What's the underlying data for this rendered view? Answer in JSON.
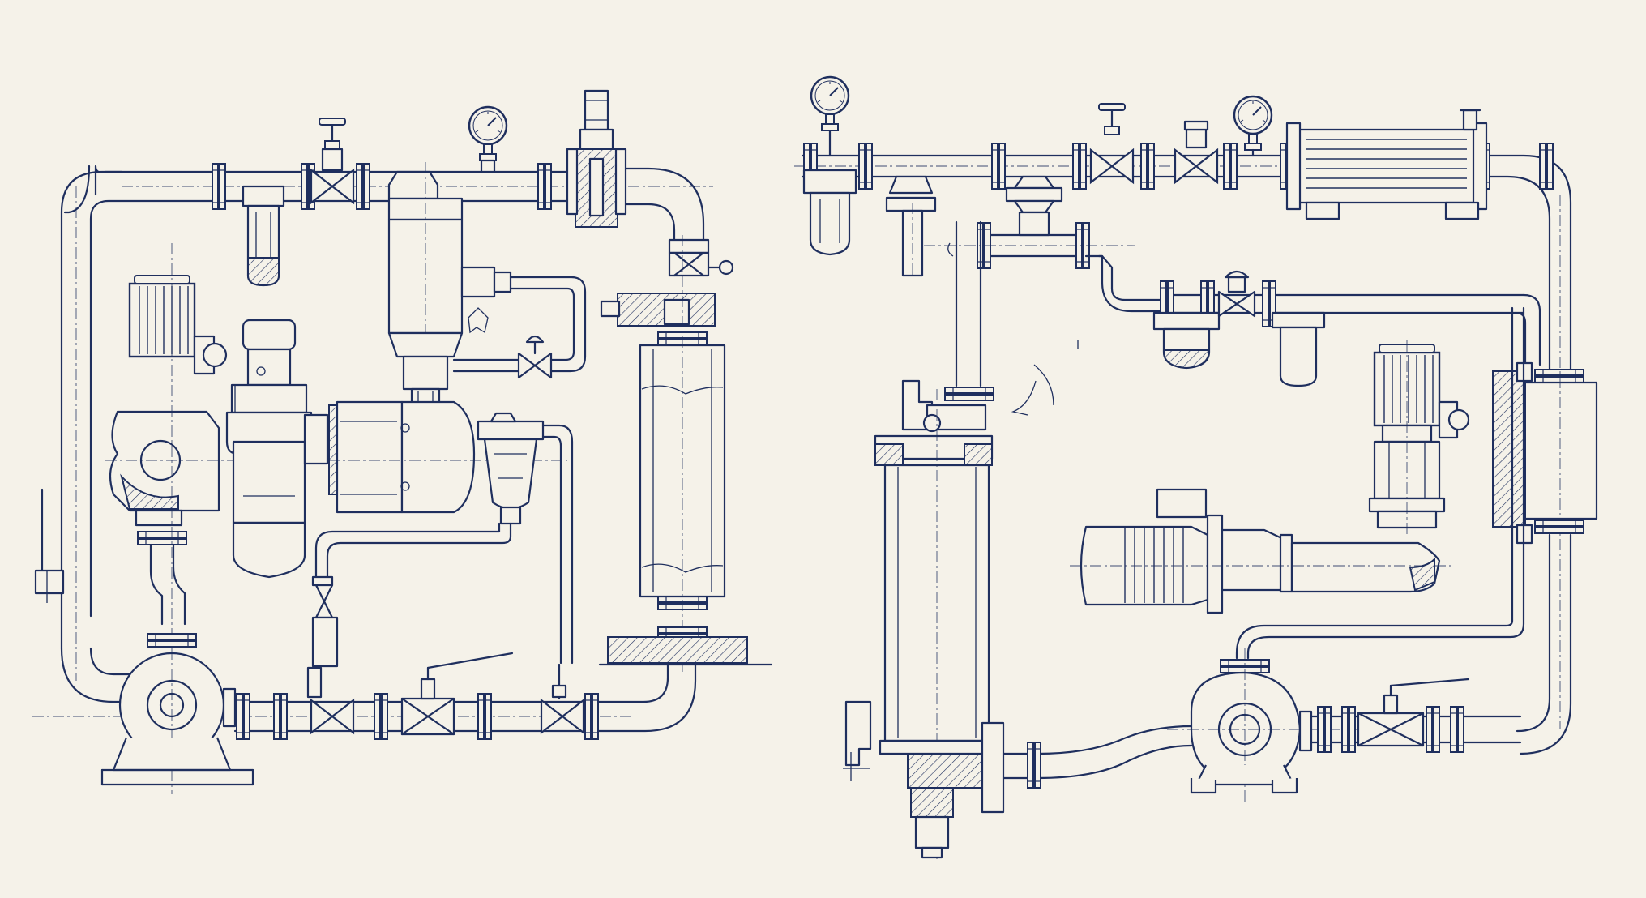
{
  "drawing": {
    "style": "blueprint line art",
    "line_color": "#1f2f5e",
    "paper_color": "#f5f2e9"
  },
  "systems": [
    {
      "id": "left",
      "components": [
        "electric-motor",
        "pump-housing",
        "filter-regulator",
        "strainer",
        "gate-valve",
        "pressure-gauge",
        "check-valve",
        "vertical-vessel",
        "centrifugal-pump",
        "ball-valve"
      ]
    },
    {
      "id": "right",
      "components": [
        "pressure-gauge",
        "filter-bowl",
        "gate-valve",
        "heat-exchanger",
        "strainer",
        "vertical-column",
        "electric-motor",
        "inline-pump",
        "centrifugal-pump",
        "ball-valve"
      ]
    }
  ]
}
